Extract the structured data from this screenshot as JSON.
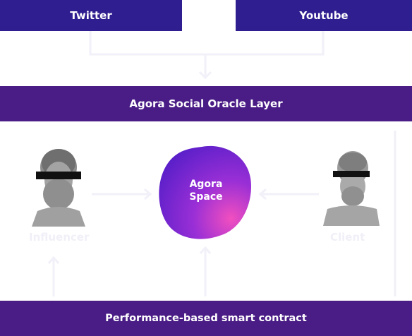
{
  "sources": {
    "twitter_label": "Twitter",
    "youtube_label": "Youtube"
  },
  "oracle_layer": {
    "label": "Agora Social Oracle Layer"
  },
  "center": {
    "line1": "Agora",
    "line2": "Space"
  },
  "influencer": {
    "label": "Influencer"
  },
  "client": {
    "label": "Client"
  },
  "contract": {
    "label": "Performance-based smart contract"
  },
  "colors": {
    "bar_purple": "#4a1d91",
    "bar_indigo": "#2f1e8f",
    "blob_purple": "#6c1fd1",
    "blob_pink": "#f14fbf",
    "faint_line": "#f2f0f8"
  },
  "icons": {
    "left_person": "bust-icon",
    "right_person": "bust-icon",
    "censor_bar": "censor-bar-icon"
  }
}
